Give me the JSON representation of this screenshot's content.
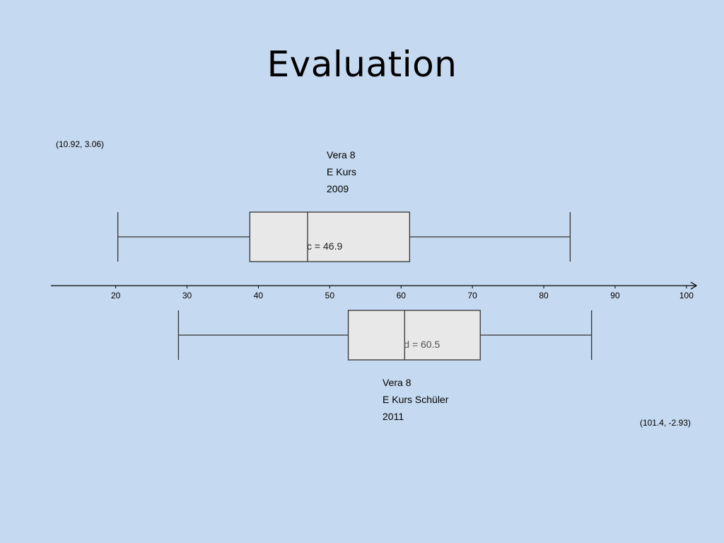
{
  "slide": {
    "title": "Evaluation"
  },
  "chart_data": {
    "type": "boxplot",
    "x_axis": {
      "range": [
        10.92,
        101.4
      ],
      "ticks": [
        20,
        30,
        40,
        50,
        60,
        70,
        80,
        90,
        100
      ],
      "tick_labels": [
        "20",
        "30",
        "40",
        "50",
        "60",
        "70",
        "80",
        "90",
        "100"
      ]
    },
    "window_corners": {
      "top_left": "(10.92, 3.06)",
      "bottom_right": "(101.4, -2.93)"
    },
    "series": [
      {
        "label_lines": [
          "Vera 8",
          "E Kurs",
          "2009"
        ],
        "min": 20.3,
        "q1": 38.8,
        "median": 46.9,
        "q3": 61.2,
        "max": 83.7,
        "median_label": "c = 46.9",
        "median_label_color": "#222222"
      },
      {
        "label_lines": [
          "Vera 8",
          "E Kurs Schüler",
          "2011"
        ],
        "min": 28.8,
        "q1": 52.6,
        "median": 60.5,
        "q3": 71.1,
        "max": 86.7,
        "median_label": "d = 60.5",
        "median_label_color": "#555555"
      }
    ],
    "colors": {
      "box_fill": "#e8e8e8",
      "stroke": "#333333"
    }
  }
}
